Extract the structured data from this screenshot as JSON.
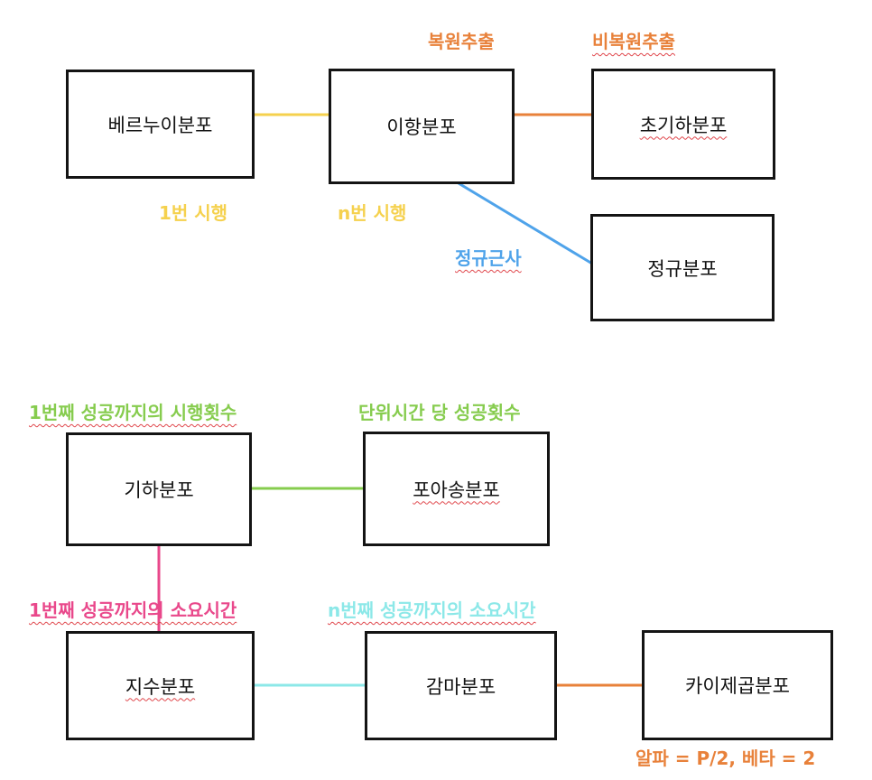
{
  "colors": {
    "yellow": "#f5d14e",
    "orange": "#e8813a",
    "blue": "#4fa3ea",
    "green": "#86cc4e",
    "pink": "#e9488b",
    "cyan": "#8ce8e8",
    "box_border": "#141414",
    "squiggle": "#e0474c"
  },
  "nodes": {
    "bernoulli": "베르누이분포",
    "binomial": "이항분포",
    "hypergeometric": "초기하분포",
    "normal": "정규분포",
    "geometric": "기하분포",
    "poisson": "포아송분포",
    "exponential": "지수분포",
    "gamma": "감마분포",
    "chisquare": "카이제곱분포"
  },
  "labels": {
    "with_replacement": "복원추출",
    "without_replacement": "비복원추출",
    "one_trial": "1번 시행",
    "n_trials": "n번 시행",
    "normal_approx": "정규근사",
    "trials_until_first_success": "1번째 성공까지의 시행횟수",
    "successes_per_unit_time": "단위시간 당 성공횟수",
    "time_until_first_success": "1번째 성공까지의 소요시간",
    "time_until_nth_success": "n번째 성공까지의 소요시간",
    "alpha_beta": "알파 = P/2, 베타 = 2"
  }
}
